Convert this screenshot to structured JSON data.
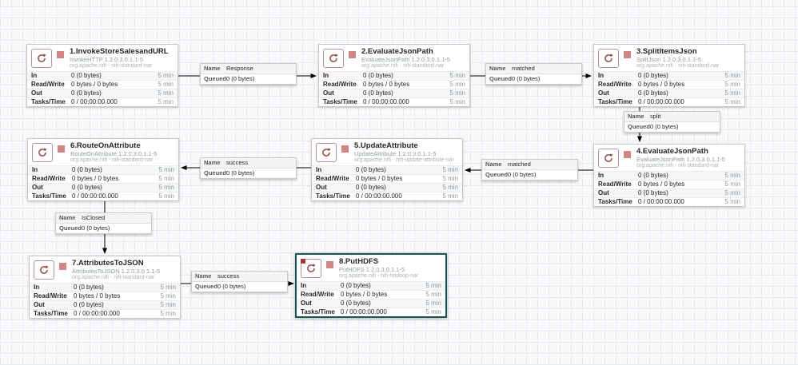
{
  "ui": {
    "name_label": "Name",
    "queued_label": "Queued",
    "stat_labels": {
      "in": "In",
      "read_write": "Read/Write",
      "out": "Out",
      "tasks_time": "Tasks/Time"
    }
  },
  "colors": {
    "selected_border": "#18564f",
    "stopped_indicator": "#d18686",
    "processor_icon": "#8d4f4b",
    "connection_line": "#000000"
  },
  "processors": [
    {
      "title": "1.InvokeStoreSalesandURL",
      "type": "InvokeHTTP 1.2.0.3.0.1.1-5",
      "bundle": "org.apache.nifi - nifi-standard-nar",
      "state": "stopped",
      "selected": false,
      "corner_mark": false,
      "stats": {
        "in": "0 (0 bytes)",
        "read_write": "0 bytes / 0 bytes",
        "out": "0 (0 bytes)",
        "tasks_time": "0 / 00:00:00.000",
        "window": "5 min"
      }
    },
    {
      "title": "2.EvaluateJsonPath",
      "type": "EvaluateJsonPath 1.2.0.3.0.1.1-5",
      "bundle": "org.apache.nifi - nifi-standard-nar",
      "state": "stopped",
      "selected": false,
      "corner_mark": false,
      "stats": {
        "in": "0 (0 bytes)",
        "read_write": "0 bytes / 0 bytes",
        "out": "0 (0 bytes)",
        "tasks_time": "0 / 00:00:00.000",
        "window": "5 min"
      }
    },
    {
      "title": "3.SplitItemsJson",
      "type": "SplitJson 1.2.0.3.0.1.1-5",
      "bundle": "org.apache.nifi - nifi-standard-nar",
      "state": "stopped",
      "selected": false,
      "corner_mark": false,
      "stats": {
        "in": "0 (0 bytes)",
        "read_write": "0 bytes / 0 bytes",
        "out": "0 (0 bytes)",
        "tasks_time": "0 / 00:00:00.000",
        "window": "5 min"
      }
    },
    {
      "title": "4.EvaluateJsonPath",
      "type": "EvaluateJsonPath 1.2.0.3.0.1.1-5",
      "bundle": "org.apache.nifi - nifi-standard-nar",
      "state": "stopped",
      "selected": false,
      "corner_mark": false,
      "stats": {
        "in": "0 (0 bytes)",
        "read_write": "0 bytes / 0 bytes",
        "out": "0 (0 bytes)",
        "tasks_time": "0 / 00:00:00.000",
        "window": "5 min"
      }
    },
    {
      "title": "5.UpdateAttribute",
      "type": "UpdateAttribute 1.2.0.3.0.1.1-5",
      "bundle": "org.apache.nifi - nifi-update-attribute-nar",
      "state": "stopped",
      "selected": false,
      "corner_mark": false,
      "stats": {
        "in": "0 (0 bytes)",
        "read_write": "0 bytes / 0 bytes",
        "out": "0 (0 bytes)",
        "tasks_time": "0 / 00:00:00.000",
        "window": "5 min"
      }
    },
    {
      "title": "6.RouteOnAttribute",
      "type": "RouteOnAttribute 1.2.0.3.0.1.1-5",
      "bundle": "org.apache.nifi - nifi-standard-nar",
      "state": "stopped",
      "selected": false,
      "corner_mark": false,
      "stats": {
        "in": "0 (0 bytes)",
        "read_write": "0 bytes / 0 bytes",
        "out": "0 (0 bytes)",
        "tasks_time": "0 / 00:00:00.000",
        "window": "5 min"
      }
    },
    {
      "title": "7.AttributesToJSON",
      "type": "AttributesToJSON 1.2.0.3.0.1.1-5",
      "bundle": "org.apache.nifi - nifi-standard-nar",
      "state": "stopped",
      "selected": false,
      "corner_mark": false,
      "stats": {
        "in": "0 (0 bytes)",
        "read_write": "0 bytes / 0 bytes",
        "out": "0 (0 bytes)",
        "tasks_time": "0 / 00:00:00.000",
        "window": "5 min"
      }
    },
    {
      "title": "8.PutHDFS",
      "type": "PutHDFS 1.2.0.3.0.1.1-5",
      "bundle": "org.apache.nifi - nifi-hadoop-nar",
      "state": "stopped",
      "selected": true,
      "corner_mark": true,
      "stats": {
        "in": "0 (0 bytes)",
        "read_write": "0 bytes / 0 bytes",
        "out": "0 (0 bytes)",
        "tasks_time": "0 / 00:00:00.000",
        "window": "5 min"
      }
    }
  ],
  "connections": [
    {
      "name": "Response",
      "queued": "0 (0 bytes)"
    },
    {
      "name": "matched",
      "queued": "0 (0 bytes)"
    },
    {
      "name": "split",
      "queued": "0 (0 bytes)"
    },
    {
      "name": "matched",
      "queued": "0 (0 bytes)"
    },
    {
      "name": "success",
      "queued": "0 (0 bytes)"
    },
    {
      "name": "IsClosed",
      "queued": "0 (0 bytes)"
    },
    {
      "name": "success",
      "queued": "0 (0 bytes)"
    }
  ]
}
